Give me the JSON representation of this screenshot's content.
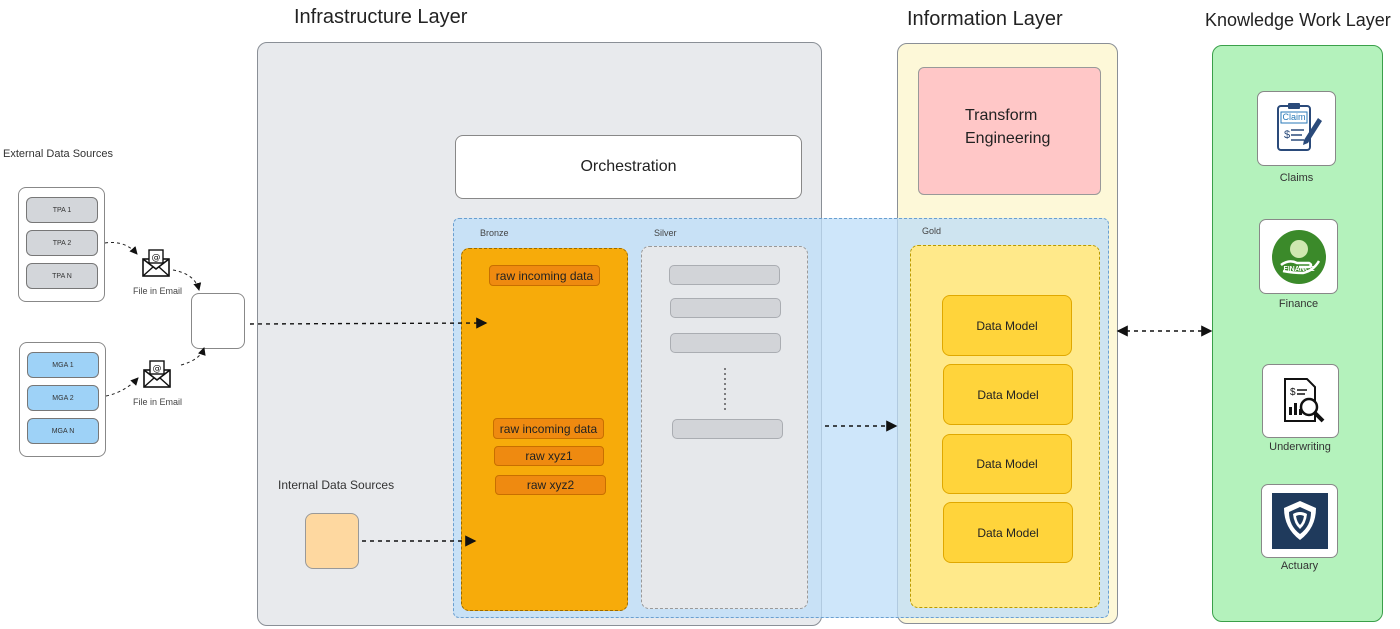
{
  "layers": {
    "infrastructure": "Infrastructure Layer",
    "information": "Information Layer",
    "knowledge": "Knowledge Work Layer"
  },
  "external": {
    "title": "External Data Sources",
    "tpa": [
      "TPA 1",
      "TPA 2",
      "TPA N"
    ],
    "mga": [
      "MGA 1",
      "MGA 2",
      "MGA N"
    ],
    "email_label": "File in Email"
  },
  "internal": {
    "title": "Internal Data Sources"
  },
  "orchestration": "Orchestration",
  "transform": "Transform\nEngineering",
  "bronze": {
    "label": "Bronze",
    "items": [
      "raw incoming data",
      "raw incoming data",
      "raw xyz1",
      "raw xyz2"
    ]
  },
  "silver": {
    "label": "Silver"
  },
  "gold": {
    "label": "Gold",
    "models": [
      "Data Model",
      "Data Model",
      "Data Model",
      "Data Model"
    ]
  },
  "knowledge_items": [
    "Claims",
    "Finance",
    "Underwriting",
    "Actuary"
  ],
  "icon_text": {
    "claim": "Claim",
    "finance": "FINANCE"
  },
  "colors": {
    "infra_bg": "#e8eaed",
    "info_bg": "#fdf8d8",
    "knowledge_bg": "#b4f2bc",
    "medallion_bg": "#cde4f7",
    "bronze_bg": "#f7ab0a",
    "gold_bg": "#ffe98a",
    "transform_bg": "#ffc7c7",
    "mga_bg": "#9ed2f7",
    "tpa_bg": "#d3d6da",
    "internal_bg": "#fed8a0"
  }
}
